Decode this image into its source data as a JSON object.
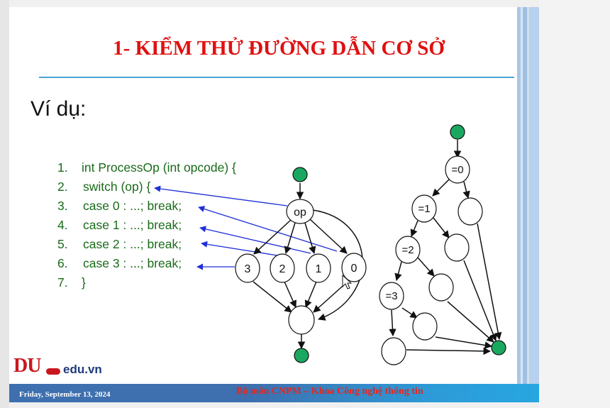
{
  "slide": {
    "title": "1- KIỂM THỬ ĐƯỜNG DẪN CƠ SỞ",
    "example_label": "Ví dụ:"
  },
  "code": [
    {
      "num": "1.",
      "text": "int ProcessOp (int opcode) {"
    },
    {
      "num": "2.",
      "text": "switch (op) {"
    },
    {
      "num": "3.",
      "text": "case 0 : ...; break;"
    },
    {
      "num": "4.",
      "text": "case 1 : ...; break;"
    },
    {
      "num": "5.",
      "text": "case 2 : ...; break;"
    },
    {
      "num": "6.",
      "text": "case 3 : ...; break;"
    },
    {
      "num": "7.",
      "text": "}"
    }
  ],
  "flow_graph": {
    "switch_node": "op",
    "case_nodes": [
      "3",
      "2",
      "1",
      "0"
    ]
  },
  "decision_graph": {
    "nodes": [
      "=0",
      "=1",
      "=2",
      "=3"
    ]
  },
  "logo": {
    "mark": "DU",
    "text": "edu.vn"
  },
  "footer": {
    "date": "Friday, September 13, 2024",
    "department": "Bộ môn CNPM – Khoa Công nghệ thông tin"
  },
  "colors": {
    "title": "#e01010",
    "code": "#1a6b1a",
    "arrows": "#1f2fd6",
    "terminal_node": "#1aa860"
  }
}
